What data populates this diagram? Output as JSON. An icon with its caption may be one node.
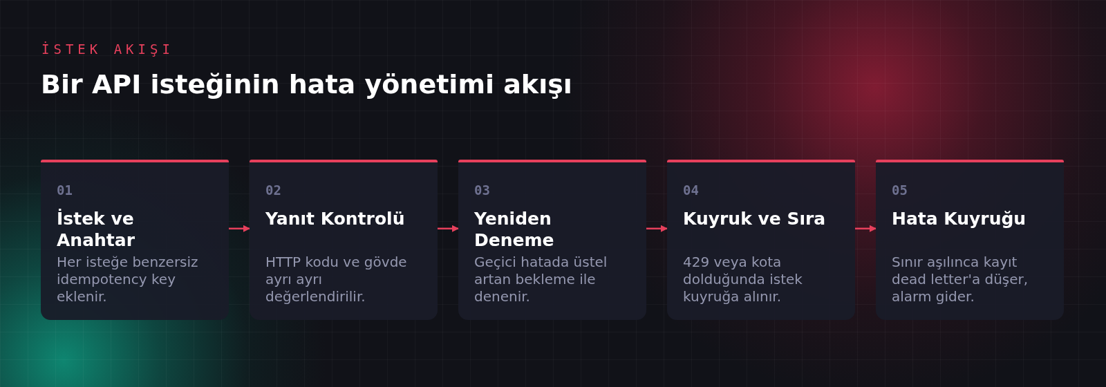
{
  "diagram": {
    "title": "Bir API isteğinin hata yönetimi akışı",
    "nodes": [
      {
        "text": [
          "01",
          "İstek ve Anahtar",
          "Her isteğe benzersiz idempotency key eklenir."
        ]
      },
      {
        "text": [
          "02",
          "Yanıt Kontrolü",
          "HTTP kodu ve gövde ayrı ayrı değerlendirilir."
        ]
      },
      {
        "text": [
          "03",
          "Yeniden Deneme",
          "Geçici hatada üstel artan bekleme ile denenir."
        ]
      },
      {
        "text": [
          "04",
          "Kuyruk ve Sıra",
          "429 veya kota dolduğunda istek kuyruğa alınır."
        ]
      },
      {
        "text": [
          "05",
          "Hata Kuyruğu",
          "Sınır aşılınca kayıt dead letter'a düşer, alarm gider."
        ]
      }
    ],
    "edges": [
      {
        "from": 0,
        "to": 1,
        "arrow": "to"
      },
      {
        "from": 1,
        "to": 2,
        "arrow": "to"
      },
      {
        "from": 2,
        "to": 3,
        "arrow": "to"
      },
      {
        "from": 3,
        "to": 4,
        "arrow": "to"
      }
    ],
    "labels": [
      "İSTEK AKIŞI"
    ]
  }
}
